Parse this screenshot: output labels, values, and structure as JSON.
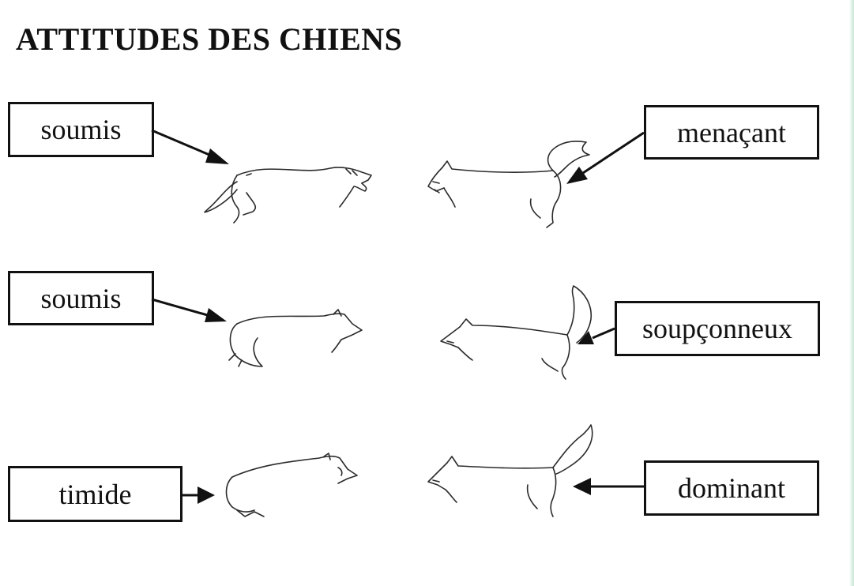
{
  "title": "ATTITUDES DES CHIENS",
  "labels": {
    "left_top": "soumis",
    "left_middle": "soumis",
    "left_bottom": "timide",
    "right_top": "menaçant",
    "right_middle": "soupçonneux",
    "right_bottom": "dominant"
  },
  "colors": {
    "ink": "#111111",
    "paper": "#ffffff",
    "edge": "#c9e7d6"
  }
}
